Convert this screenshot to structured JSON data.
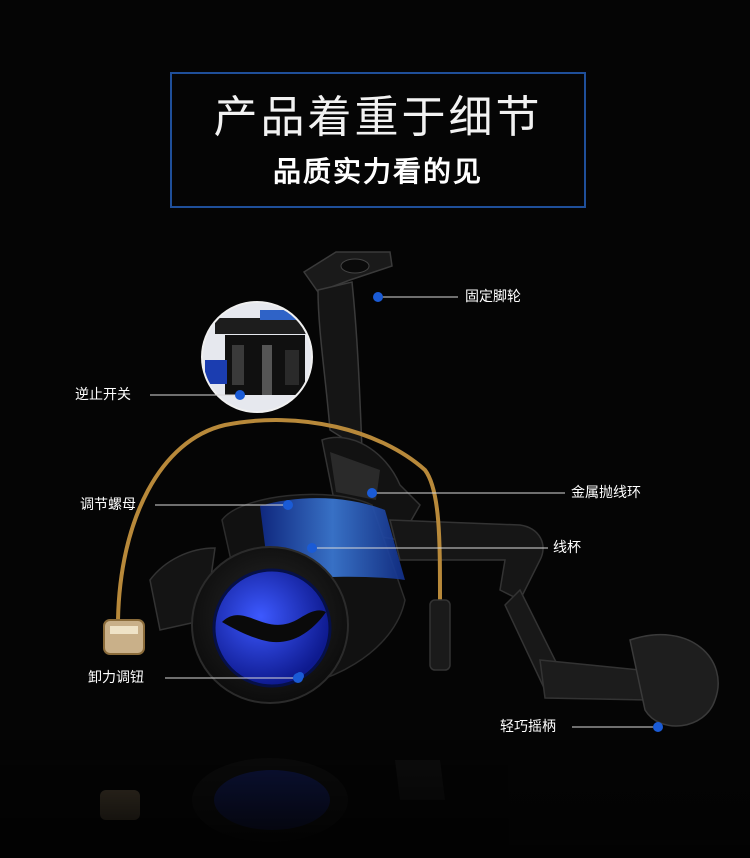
{
  "header": {
    "title": "产品着重于细节",
    "subtitle": "品质实力看的见"
  },
  "callouts": {
    "fixed_foot": "固定脚轮",
    "anti_reverse": "逆止开关",
    "adjust_nut": "调节螺母",
    "metal_bail": "金属抛线环",
    "spool": "线杯",
    "drag_knob": "卸力调钮",
    "handle": "轻巧摇柄"
  },
  "colors": {
    "background": "#050505",
    "frame_border": "#1f4f9a",
    "marker_dot": "#1a5bd6",
    "reel_blue": "#1b33c9",
    "bail_gold": "#b8893a"
  }
}
